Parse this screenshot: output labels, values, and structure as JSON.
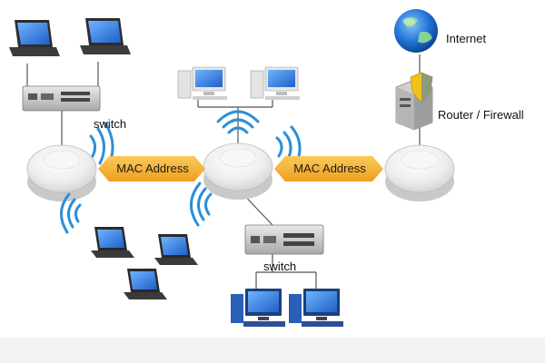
{
  "labels": {
    "internet": "Internet",
    "router_firewall": "Router / Firewall",
    "switch_top": "switch",
    "switch_bottom": "switch",
    "mac_left": "MAC Address",
    "mac_right": "MAC Address"
  },
  "icons": {
    "globe": "globe-icon",
    "router": "router-firewall-icon",
    "shield": "shield-icon",
    "access_point": "wireless-access-point-icon",
    "laptop": "laptop-icon",
    "desktop": "desktop-computer-icon",
    "switch": "network-switch-icon",
    "wifi": "wifi-signal-icon"
  },
  "colors": {
    "arrow_fill": "#f6b33a",
    "signal_blue": "#2b8fd8",
    "screen_blue": "#3a8ee6",
    "globe_blue": "#1f6fd1",
    "shield_yellow": "#f2c21b"
  }
}
